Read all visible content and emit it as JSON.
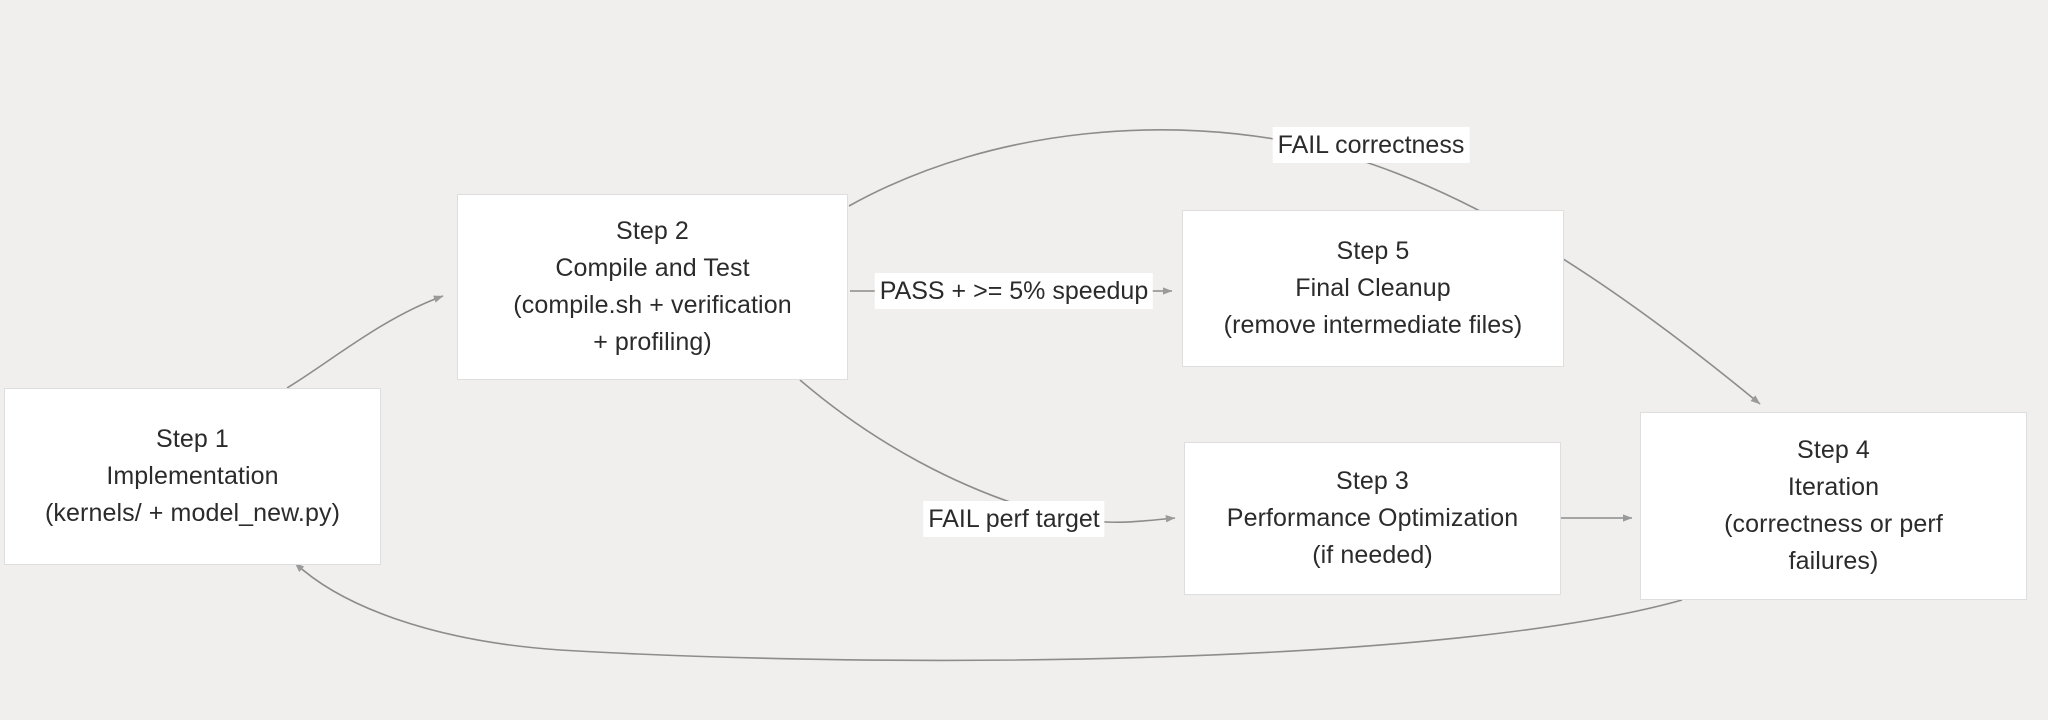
{
  "diagram": {
    "background_color": "#f0efed",
    "node_fill": "#ffffff",
    "node_border": "#dedede",
    "edge_color": "#7a7a7a",
    "text_color": "#2b2b2b",
    "nodes": [
      {
        "id": "step1",
        "title": "Step 1",
        "lines": [
          "Step 1",
          "Implementation",
          "(kernels/ + model_new.py)"
        ]
      },
      {
        "id": "step2",
        "title": "Step 2",
        "lines": [
          "Step 2",
          "Compile and Test",
          "(compile.sh + verification",
          "+ profiling)"
        ]
      },
      {
        "id": "step5",
        "title": "Step 5",
        "lines": [
          "Step 5",
          "Final Cleanup",
          "(remove intermediate files)"
        ]
      },
      {
        "id": "step3",
        "title": "Step 3",
        "lines": [
          "Step 3",
          "Performance Optimization",
          "(if needed)"
        ]
      },
      {
        "id": "step4",
        "title": "Step 4",
        "lines": [
          "Step 4",
          "Iteration",
          "(correctness or perf",
          "failures)"
        ]
      }
    ],
    "edge_labels": [
      {
        "id": "pass-speedup",
        "text": "PASS + >= 5% speedup",
        "from": "step2",
        "to": "step5"
      },
      {
        "id": "fail-correctness",
        "text": "FAIL correctness",
        "from": "step2",
        "to": "step4"
      },
      {
        "id": "fail-perf-target",
        "text": "FAIL perf target",
        "from": "step2",
        "to": "step3"
      }
    ],
    "edges": [
      {
        "id": "step1-to-step2",
        "from": "step1",
        "to": "step2",
        "label": ""
      },
      {
        "id": "step2-to-step5",
        "from": "step2",
        "to": "step5",
        "label": "PASS + >= 5% speedup"
      },
      {
        "id": "step2-to-step4",
        "from": "step2",
        "to": "step4",
        "label": "FAIL correctness"
      },
      {
        "id": "step2-to-step3",
        "from": "step2",
        "to": "step3",
        "label": "FAIL perf target"
      },
      {
        "id": "step3-to-step4",
        "from": "step3",
        "to": "step4",
        "label": ""
      },
      {
        "id": "step4-to-step1",
        "from": "step4",
        "to": "step1",
        "label": ""
      }
    ]
  }
}
